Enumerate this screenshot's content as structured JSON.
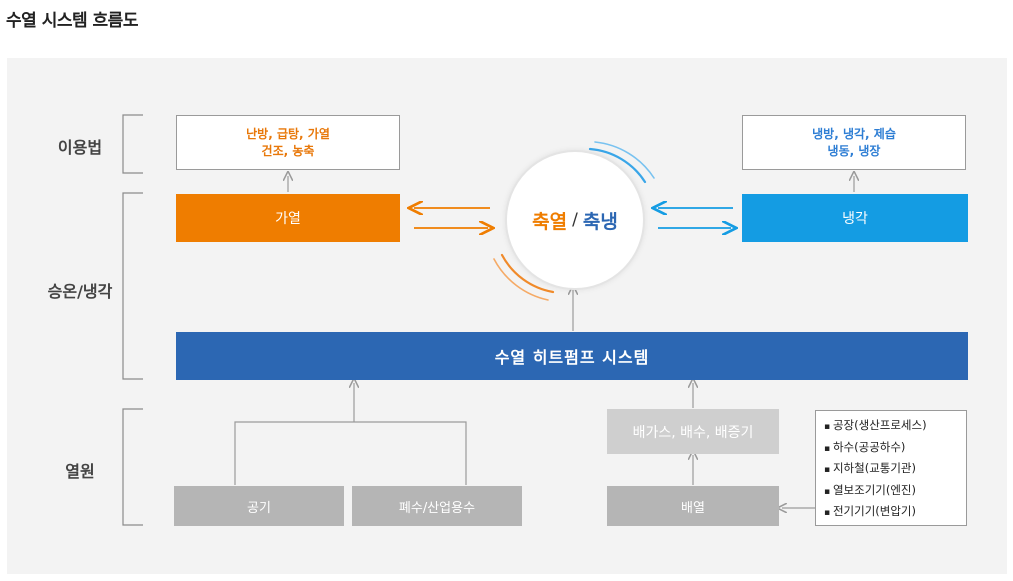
{
  "title": "수열 시스템 흐름도",
  "categories": {
    "usage": "이용법",
    "heating_cooling": "승온/냉각",
    "heat_source": "열원"
  },
  "usage": {
    "heating_line1": "난방, 급탕, 가열",
    "heating_line2": "건조, 농축",
    "cooling_line1": "냉방, 냉각, 제습",
    "cooling_line2": "냉동, 냉장"
  },
  "heating_box": "가열",
  "cooling_box": "냉각",
  "center": {
    "storage_heat": "축열",
    "slash": "/",
    "storage_cold": "축냉"
  },
  "heat_pump": "수열 히트펌프 시스템",
  "sources": {
    "air": "공기",
    "wastewater": "폐수/산업용수",
    "exhaust": "배가스, 배수, 배증기",
    "waste_heat": "배열"
  },
  "waste_heat_list": [
    "공장(생산프로세스)",
    "하수(공공하수)",
    "지하철(교통기관)",
    "열보조기기(엔진)",
    "전기기기(변압기)"
  ],
  "colors": {
    "orange": "#ef7d00",
    "sky": "#149ce3",
    "navy": "#2c67b3",
    "gray": "#b5b5b5"
  }
}
